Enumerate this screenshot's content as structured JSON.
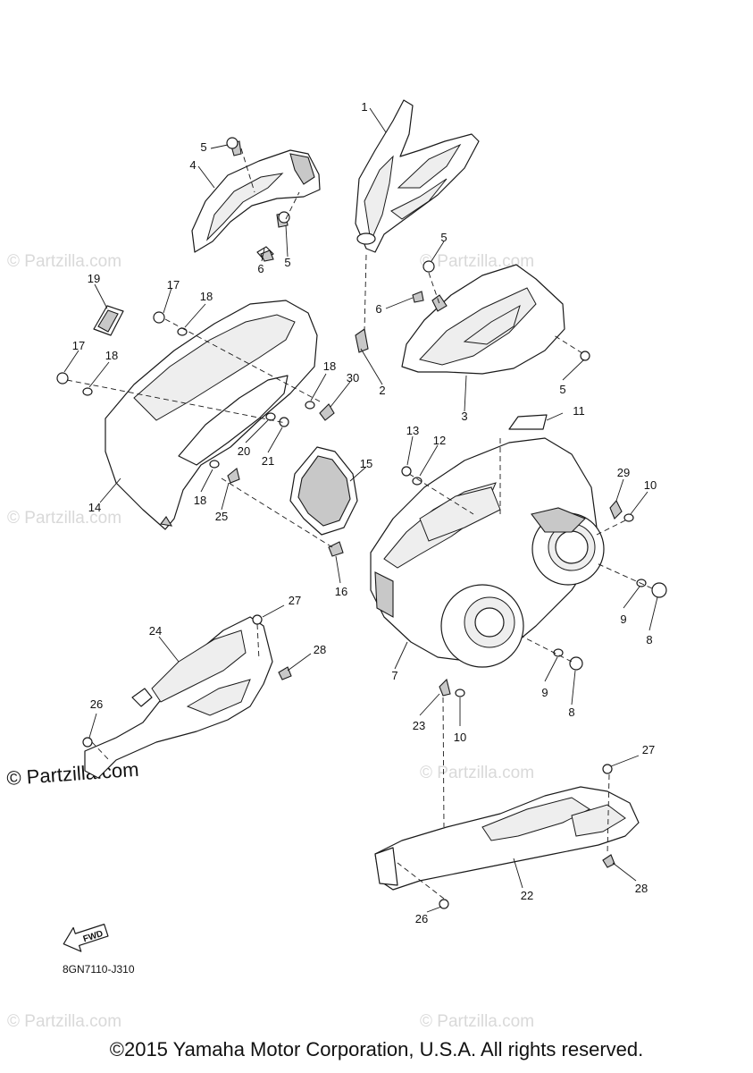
{
  "watermark": "© Partzilla.com",
  "drawing_code": "8GN7110-J310",
  "fwd_label": "FWD",
  "copyright": "©2015 Yamaha Motor Corporation, U.S.A. All rights reserved.",
  "callouts": [
    "1",
    "2",
    "3",
    "4",
    "5",
    "5",
    "5",
    "5",
    "6",
    "6",
    "7",
    "8",
    "8",
    "9",
    "9",
    "10",
    "10",
    "11",
    "12",
    "13",
    "14",
    "15",
    "16",
    "17",
    "17",
    "18",
    "18",
    "18",
    "18",
    "19",
    "20",
    "21",
    "22",
    "23",
    "24",
    "25",
    "26",
    "26",
    "27",
    "27",
    "28",
    "28",
    "29",
    "30"
  ]
}
